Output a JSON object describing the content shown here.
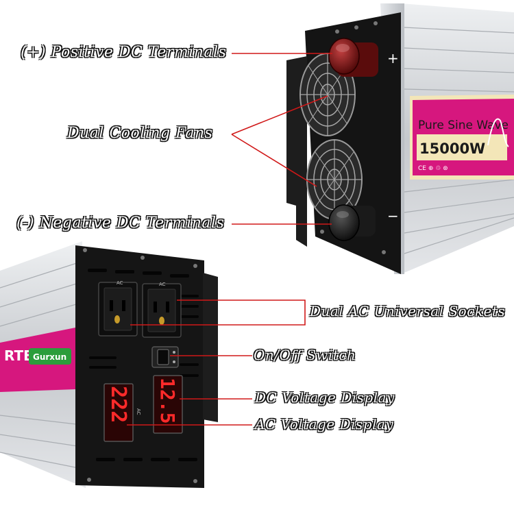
{
  "callouts": {
    "positive_terminals": "(+) Positive DC Terminals",
    "cooling_fans": "Dual Cooling Fans",
    "negative_terminals": "(-) Negative DC Terminals",
    "ac_sockets": "Dual AC Universal Sockets",
    "power_switch": "On/Off Switch",
    "dc_display": "DC Voltage Display",
    "ac_display": "AC Voltage Display"
  },
  "label_panel": {
    "product_line": "Pure Sine Wave",
    "wattage": "15000W",
    "certifications": "CE ⊕ ♲ ⊛"
  },
  "front_panel": {
    "brand": "Gurxun",
    "model_fragment": "RTER",
    "socket_label_left": "AC",
    "socket_label_right": "AC",
    "display_label": "AC",
    "ac_display_value": "222",
    "dc_display_value": "12.5"
  },
  "terminal_marks": {
    "positive": "+",
    "negative": "−"
  },
  "colors": {
    "label_magenta": "#d6177e",
    "panel_black": "#151515",
    "aluminium": "#cfd2d6",
    "leader_red": "#d01818",
    "display_red": "#ff2a2a",
    "terminal_red": "#8a1010"
  }
}
